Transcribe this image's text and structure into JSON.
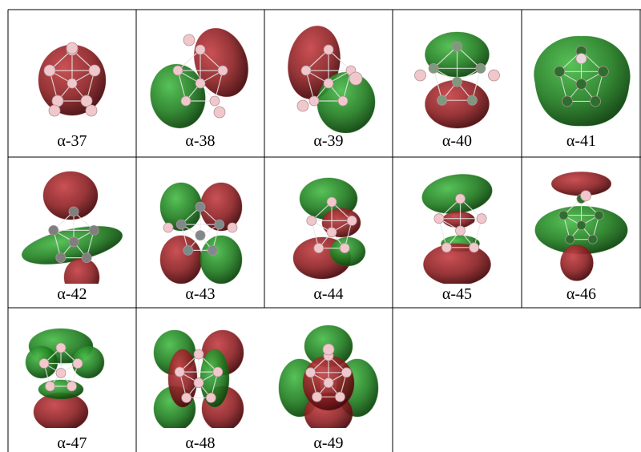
{
  "colors": {
    "positive_lobe": "#8c1f22",
    "negative_lobe": "#1f7d1f",
    "boron_atom": "#f0c8cc",
    "grid_line": "#000000"
  },
  "orbitals": [
    {
      "label": "α-37",
      "shape": "cage-red"
    },
    {
      "label": "α-38",
      "shape": "split-diag-green-red"
    },
    {
      "label": "α-39",
      "shape": "split-diag-red-green"
    },
    {
      "label": "α-40",
      "shape": "top-green-bottom-red"
    },
    {
      "label": "α-41",
      "shape": "ring-green"
    },
    {
      "label": "α-42",
      "shape": "red-top-green-belt-red-bottom"
    },
    {
      "label": "α-43",
      "shape": "four-lobe-green-red"
    },
    {
      "label": "α-44",
      "shape": "green-top-red-bottom-mixed"
    },
    {
      "label": "α-45",
      "shape": "green-top-red-bottom"
    },
    {
      "label": "α-46",
      "shape": "red-cap-green-belt-red"
    },
    {
      "label": "α-47",
      "shape": "green-top-red-bottom-small"
    },
    {
      "label": "α-48",
      "shape": "four-lobe-mixed"
    },
    {
      "label": "α-49",
      "shape": "four-lobe-red-center"
    }
  ]
}
